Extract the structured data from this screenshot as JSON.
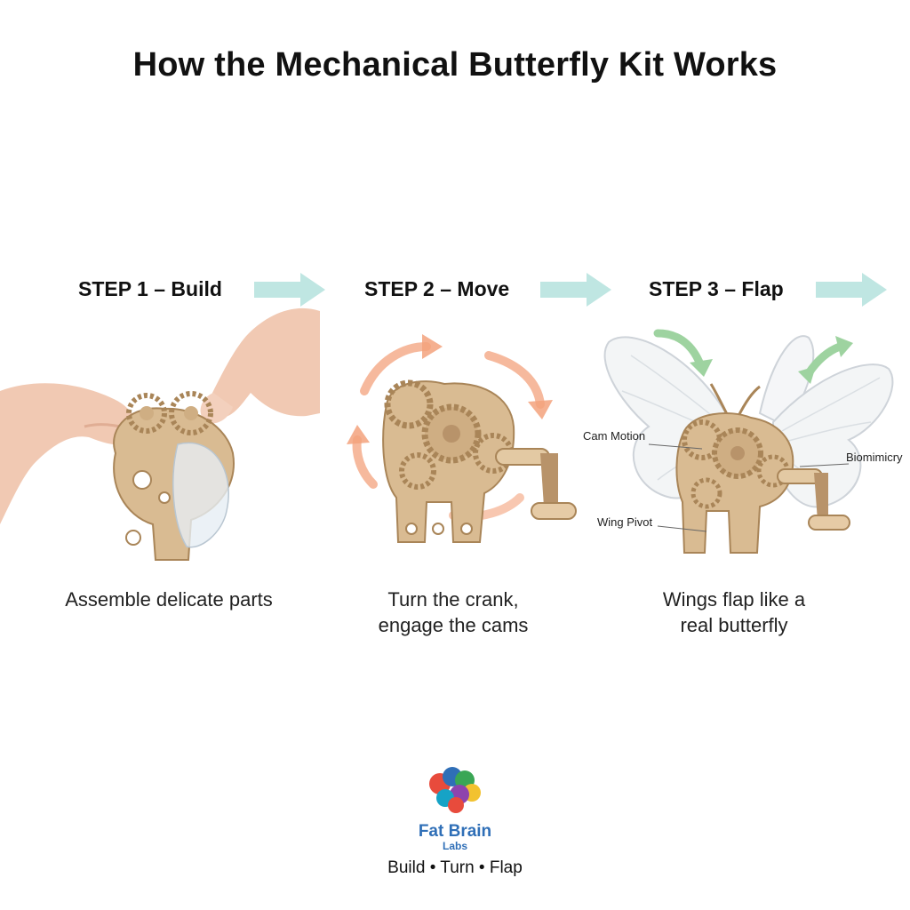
{
  "title": "How the Mechanical Butterfly Kit Works",
  "steps": [
    {
      "label": "STEP 1 – Build",
      "caption_lines": [
        "Assemble delicate parts"
      ]
    },
    {
      "label": "STEP 2 – Move",
      "caption_lines": [
        "Turn the crank,",
        "engage the cams"
      ]
    },
    {
      "label": "STEP 3 – Flap",
      "caption_lines": [
        "Wings flap like a",
        "real butterfly"
      ]
    }
  ],
  "callouts": {
    "cam_motion": "Cam Motion",
    "wing_pivot": "Wing Pivot",
    "biomimicry": "Biomimicry"
  },
  "brand": {
    "name": "Fat Brain",
    "sub": "Labs"
  },
  "tagline": "Build • Turn • Flap",
  "colors": {
    "arrow": "#bfe6e2",
    "wood": "#d9bb92",
    "wood_dark": "#a98558",
    "motion_orange": "#f3a27c",
    "motion_green": "#9ed3a0",
    "brand_blue": "#2f6fb7"
  }
}
